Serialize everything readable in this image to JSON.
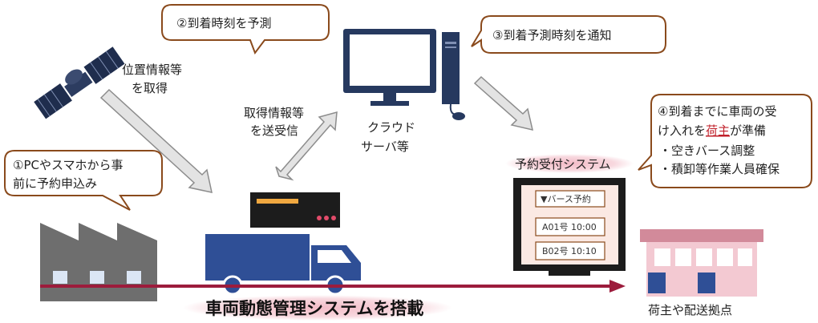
{
  "callouts": {
    "predict": {
      "line1": "②到着時刻を予測"
    },
    "notify": {
      "line1": "③到着予測時刻を通知"
    },
    "booking": {
      "line1": "①PCやスマホから事",
      "line2": "前に予約申込み"
    },
    "prepare": {
      "line1": "④到着までに車両の受",
      "line2_prefix": "け入れを",
      "line2_highlight": "荷主",
      "line2_suffix": "が準備",
      "line3": "・空きバース調整",
      "line4": "・積卸等作業人員確保"
    }
  },
  "labels": {
    "satellite": {
      "line1": "位置情報等",
      "line2": "を取得"
    },
    "transmit": {
      "line1": "取得情報等",
      "line2": "を送受信"
    },
    "cloud": {
      "line1": "クラウド",
      "line2": "サーバ等"
    },
    "reservation_system": "予約受付システム",
    "onboard_system": "車両動態管理システムを搭載",
    "shipper_hub": "荷主や配送拠点"
  },
  "reservation_screen": {
    "header": "▼バース予約",
    "rows": [
      "A01号 10:00",
      "B02号 10:10"
    ]
  },
  "colors": {
    "callout_border": "#8a4a1c",
    "arrow_fill": "#d9d9d9",
    "arrow_stroke": "#8c8c8c",
    "truck_blue": "#2f4f96",
    "timeline_arrow": "#9c1c3c",
    "highlight_red": "#c0202a",
    "highlight_glow": "#f2b8c4",
    "building_pink": "#f3c9d2",
    "factory_gray": "#6e6e6e"
  }
}
